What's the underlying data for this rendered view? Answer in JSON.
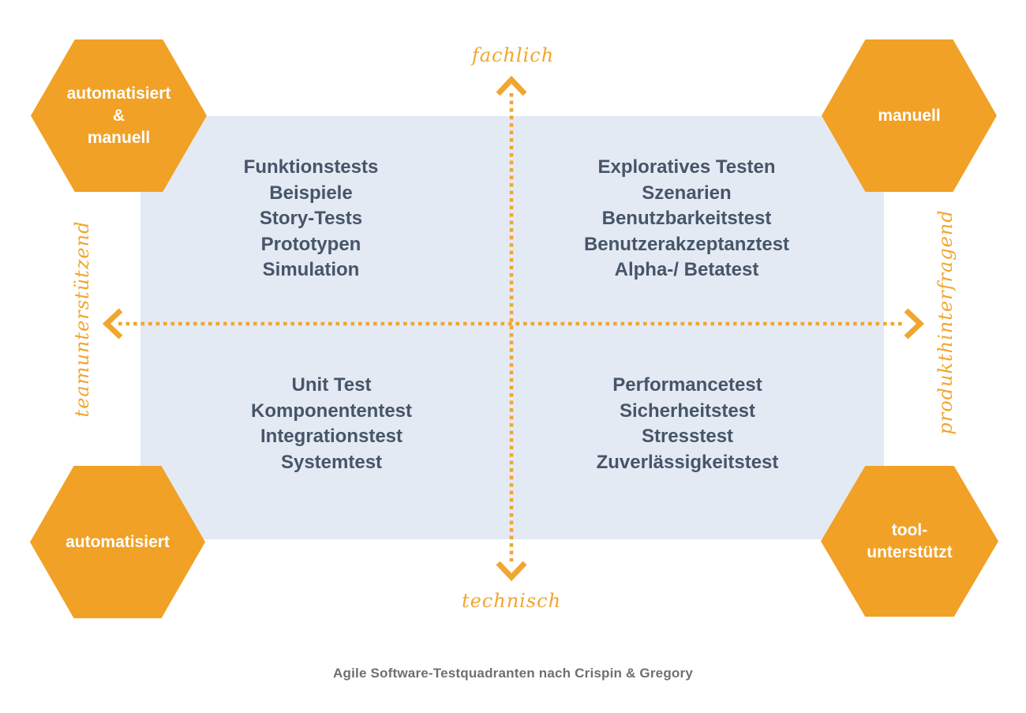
{
  "caption": "Agile Software-Testquadranten nach Crispin & Gregory",
  "colors": {
    "hexagon_orange": "#F1A126",
    "axis_orange": "#F0A62F",
    "quadrant_background": "#E4EAF3",
    "quadrant_text": "#475569",
    "caption_gray": "#6F6F6F",
    "hexagon_text": "#FFFFFF"
  },
  "axes": {
    "top_label": "fachlich",
    "bottom_label": "technisch",
    "left_label": "teamunterstützend",
    "right_label": "produkthinterfragend"
  },
  "hexagons": {
    "top_left": {
      "lines": [
        "automatisiert",
        "&",
        "manuell"
      ]
    },
    "top_right": {
      "lines": [
        "manuell"
      ]
    },
    "bottom_left": {
      "lines": [
        "automatisiert"
      ]
    },
    "bottom_right": {
      "lines": [
        "tool-",
        "unterstützt"
      ]
    }
  },
  "quadrants": {
    "top_left": {
      "items": [
        "Funktionstests",
        "Beispiele",
        "Story-Tests",
        "Prototypen",
        "Simulation"
      ]
    },
    "top_right": {
      "items": [
        "Exploratives Testen",
        "Szenarien",
        "Benutzbarkeitstest",
        "Benutzerakzeptanztest",
        "Alpha-/ Betatest"
      ]
    },
    "bottom_left": {
      "items": [
        "Unit Test",
        "Komponententest",
        "Integrationstest",
        "Systemtest"
      ]
    },
    "bottom_right": {
      "items": [
        "Performancetest",
        "Sicherheitstest",
        "Stresstest",
        "Zuverlässigkeitstest"
      ]
    }
  }
}
